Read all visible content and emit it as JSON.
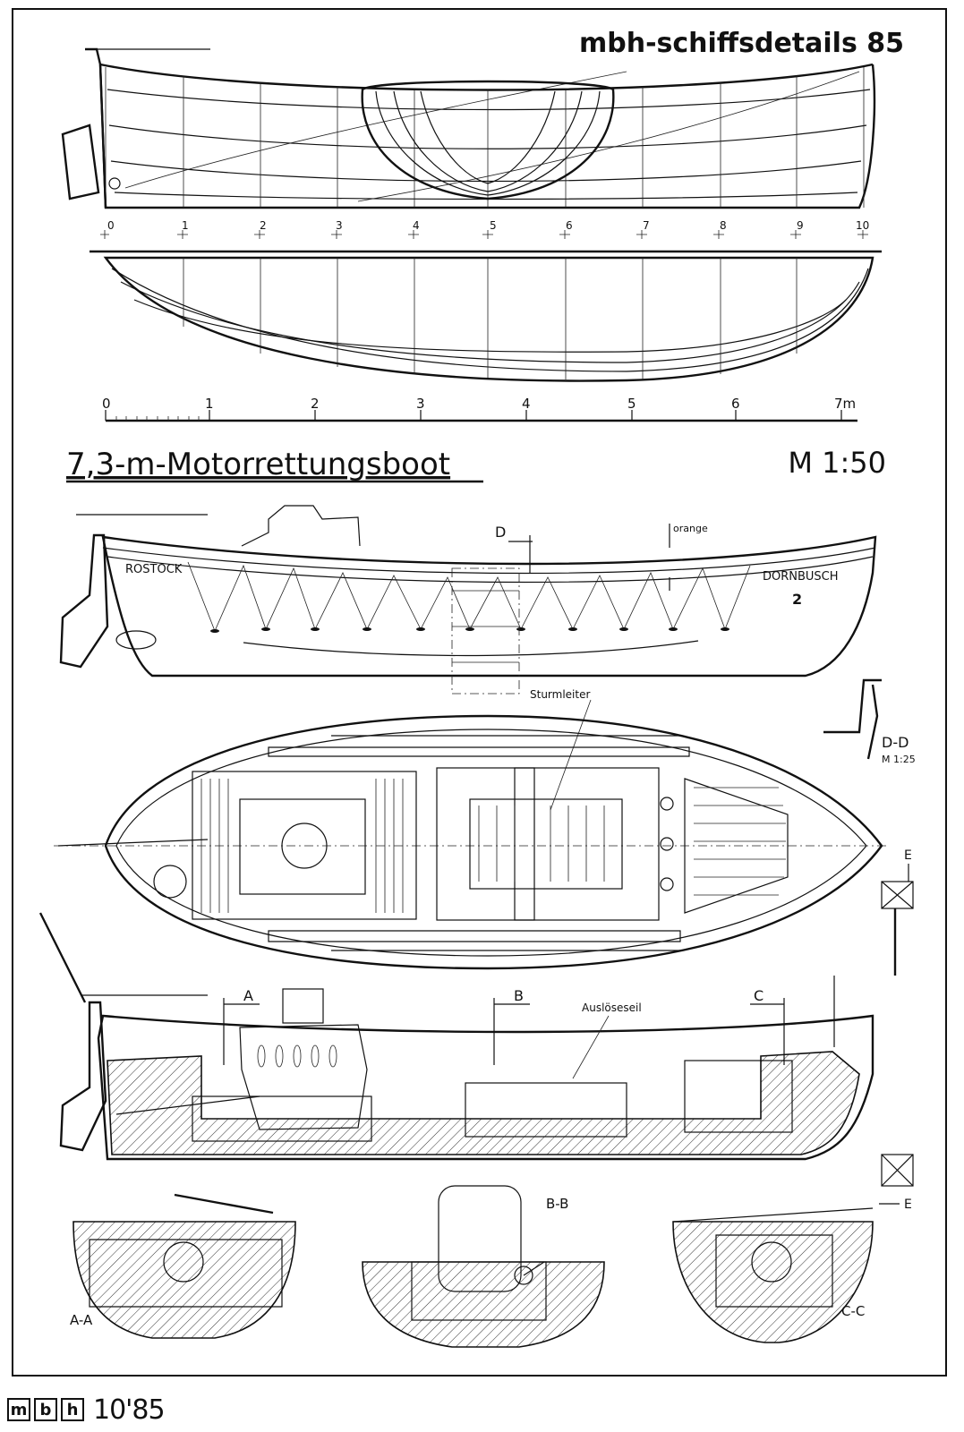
{
  "header": {
    "series_title": "mbh-schiffsdetails 85"
  },
  "drawing": {
    "title": "7,3-m-Motorrettungsboot",
    "scale": "M 1:50",
    "station_labels": [
      "0",
      "1",
      "2",
      "3",
      "4",
      "5",
      "6",
      "7",
      "8",
      "9",
      "10"
    ],
    "scale_bar": {
      "labels": [
        "0",
        "1",
        "2",
        "3",
        "4",
        "5",
        "6",
        "7m"
      ]
    },
    "side_view_labels": {
      "port_name": "ROSTOCK",
      "starboard_name": "DORNBUSCH",
      "number": "2",
      "section_marker": "D",
      "color_note": "orange",
      "ladder": "Sturmleiter"
    },
    "detail_dd": {
      "label": "D-D",
      "scale": "M 1:25"
    },
    "arrow_e": "E",
    "longitudinal_section": {
      "marker_a": "A",
      "marker_b": "B",
      "marker_c": "C",
      "release_line": "Auslöseseil"
    },
    "cross_sections": {
      "aa": "A-A",
      "bb": "B-B",
      "cc": "C-C"
    },
    "arrow_e2": "E"
  },
  "footer": {
    "logo_letters": [
      "m",
      "b",
      "h"
    ],
    "issue": "10'85"
  }
}
